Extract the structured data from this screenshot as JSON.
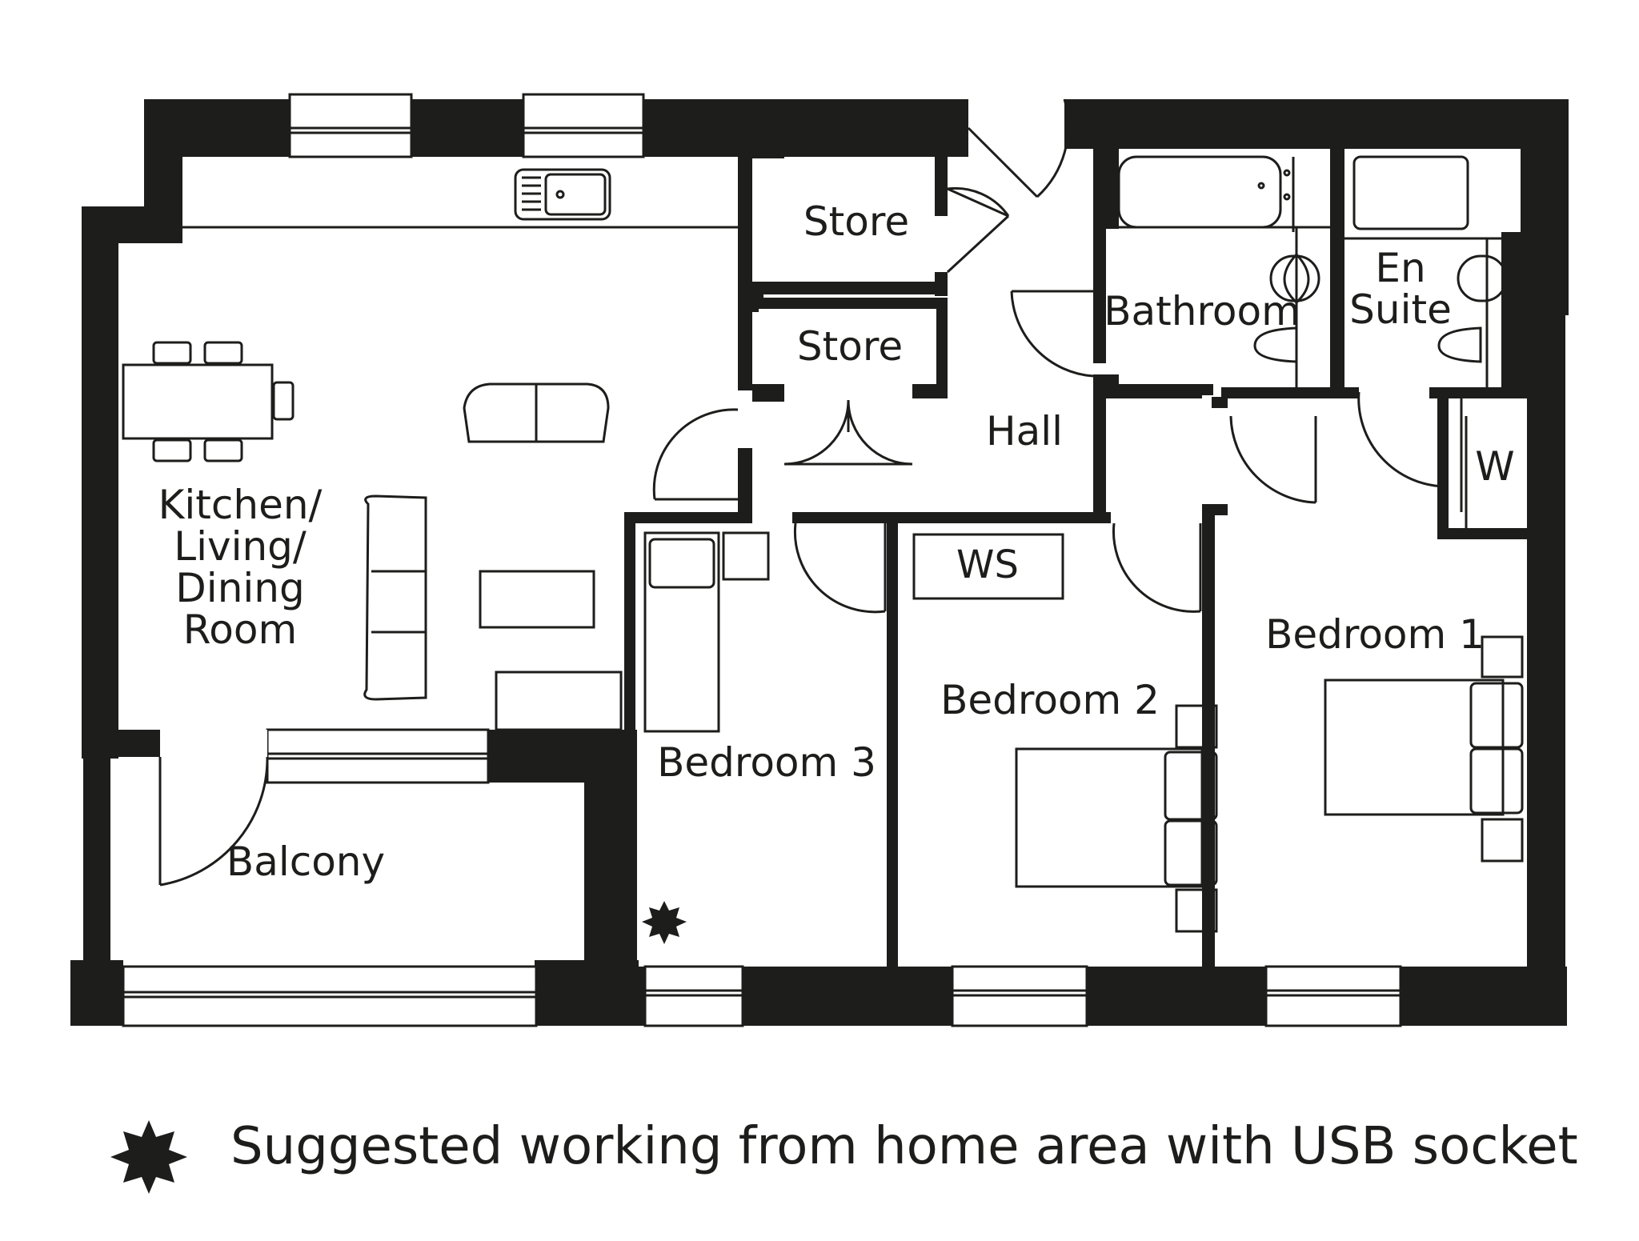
{
  "rooms": {
    "kitchen_line1": "Kitchen/",
    "kitchen_line2": "Living/",
    "kitchen_line3": "Dining",
    "kitchen_line4": "Room",
    "store_upper": "Store",
    "store_lower": "Store",
    "hall": "Hall",
    "bathroom": "Bathroom",
    "ensuite_line1": "En",
    "ensuite_line2": "Suite",
    "wardrobe": "W",
    "workstation": "WS",
    "bedroom1": "Bedroom 1",
    "bedroom2": "Bedroom 2",
    "bedroom3": "Bedroom 3",
    "balcony": "Balcony"
  },
  "legend": {
    "icon": "starburst-icon",
    "text": "Suggested working from home area with USB socket"
  },
  "colors": {
    "wall": "#1d1d1b",
    "background": "#ffffff"
  }
}
